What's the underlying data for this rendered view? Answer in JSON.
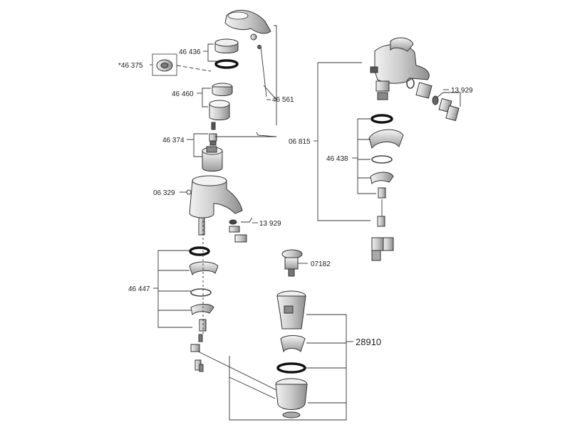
{
  "labels": {
    "cartridge_alt": "*46 375",
    "cap_set": "46 436",
    "sleeve_set": "46 460",
    "handle_assembly": "46 561",
    "screw_set": "46 374",
    "spout_body": "06 329",
    "aerator_left": "13 929",
    "popup_rod_set": "46 447",
    "plug": "07182",
    "waste_set": "28910",
    "bidet_body": "06 815",
    "bidet_fixing_set": "46 438",
    "aerator_right": "13 929"
  },
  "colors": {
    "line": "#333333",
    "part_fill": "#d9d9d9",
    "part_dark": "#8a8a8a",
    "ring": "#111111"
  }
}
